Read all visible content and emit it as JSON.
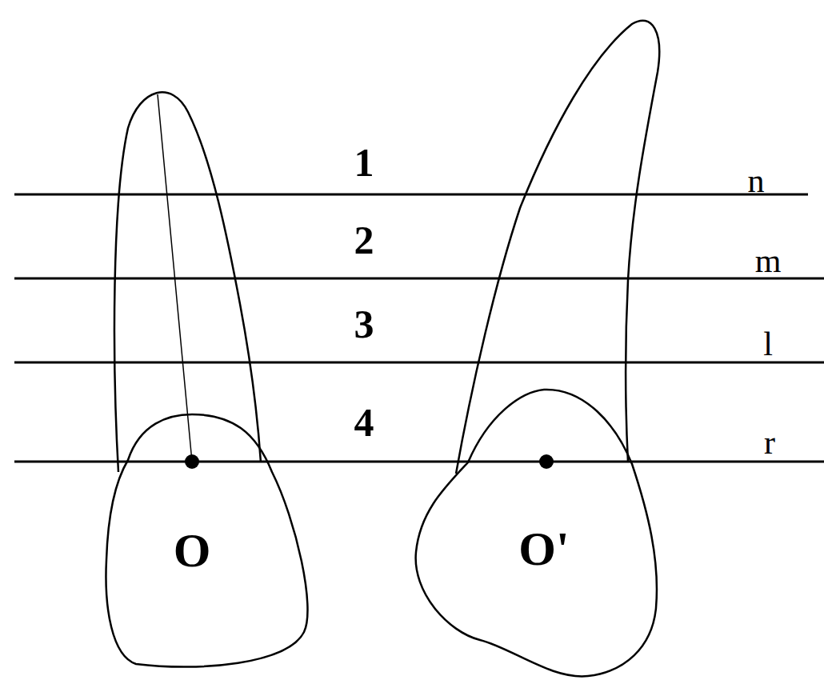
{
  "diagram": {
    "labels": [
      "1",
      "n",
      "2",
      "m",
      "3",
      "l",
      "4",
      "r",
      "O",
      "O'"
    ]
  }
}
